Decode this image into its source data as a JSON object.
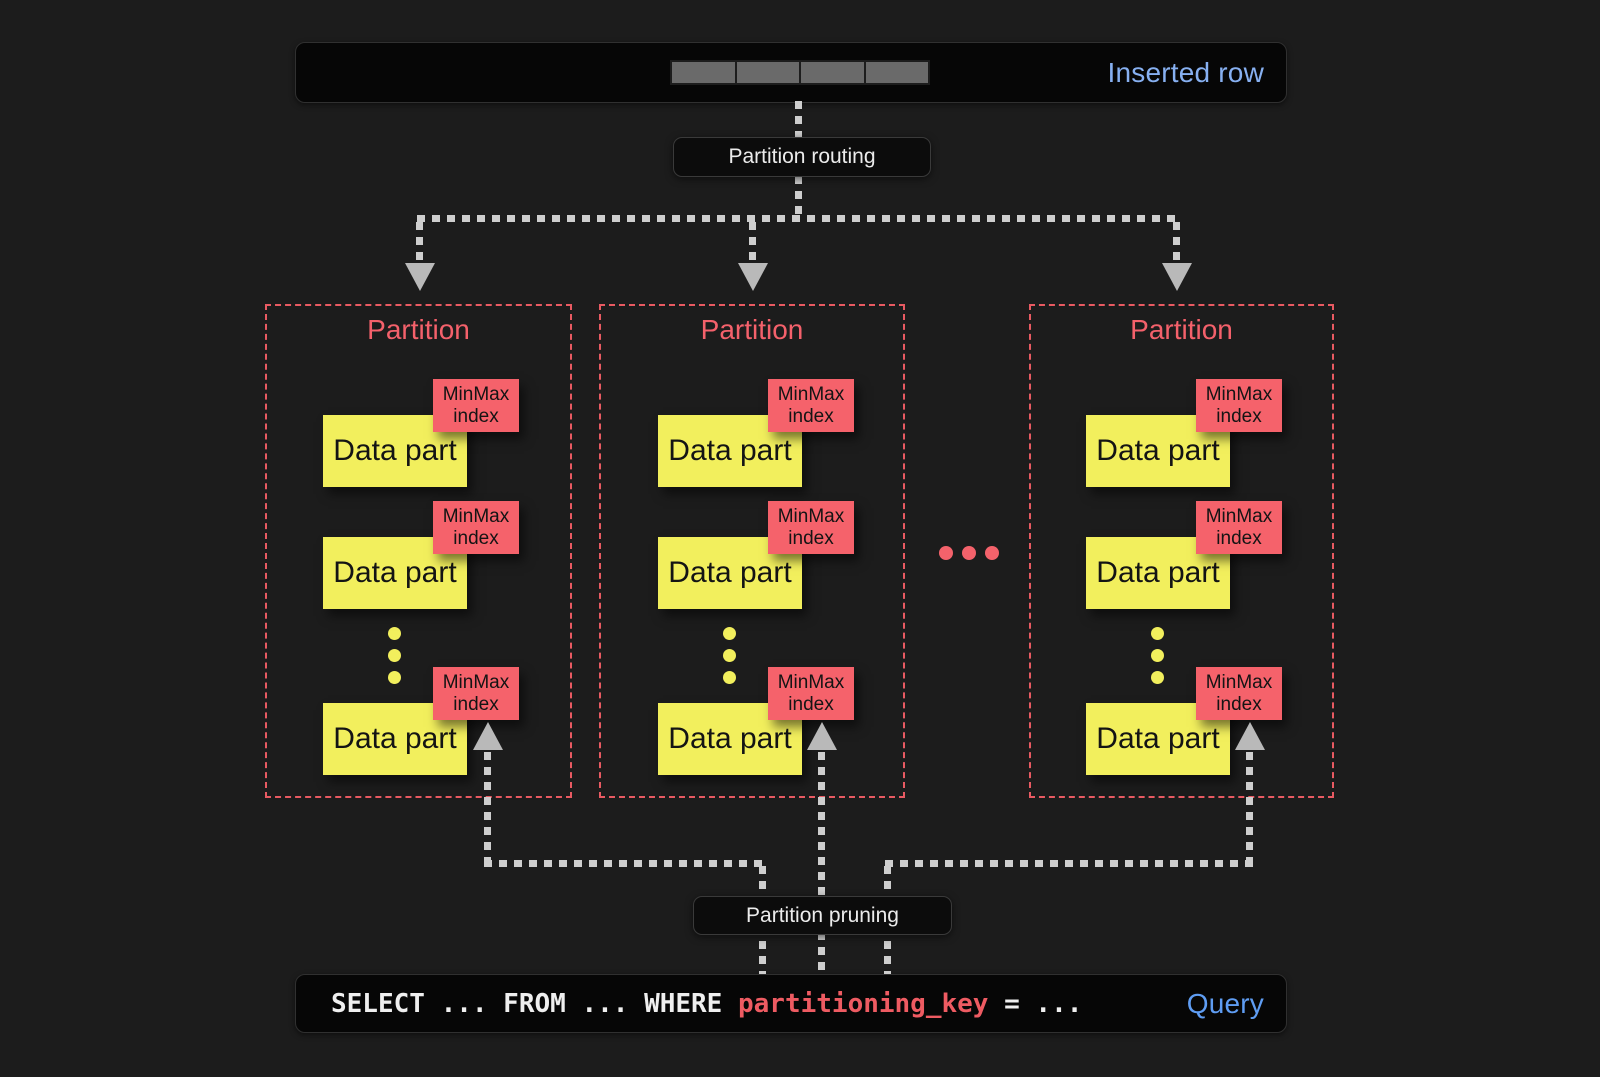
{
  "colors": {
    "background": "#1c1c1c",
    "panel_background": "#060606",
    "panel_border": "#303030",
    "accent_red": "#f4616b",
    "accent_yellow": "#f2ef5d",
    "inserted_row_blue": "#87b0f1",
    "query_blue": "#5f9df3",
    "sql_key_red": "#ee5b62",
    "connector_gray": "#cecece",
    "arrow_gray": "#b9b9b9",
    "row_cell_gray": "#6a6a6a"
  },
  "inserted_row": {
    "label": "Inserted row",
    "cell_count": 4
  },
  "routing": {
    "label": "Partition routing"
  },
  "pruning": {
    "label": "Partition pruning"
  },
  "partitions": [
    {
      "title": "Partition",
      "parts": [
        {
          "minmax": [
            "MinMax",
            "index"
          ],
          "label": "Data part"
        },
        {
          "minmax": [
            "MinMax",
            "index"
          ],
          "label": "Data part"
        },
        {
          "minmax": [
            "MinMax",
            "index"
          ],
          "label": "Data part"
        }
      ]
    },
    {
      "title": "Partition",
      "parts": [
        {
          "minmax": [
            "MinMax",
            "index"
          ],
          "label": "Data part"
        },
        {
          "minmax": [
            "MinMax",
            "index"
          ],
          "label": "Data part"
        },
        {
          "minmax": [
            "MinMax",
            "index"
          ],
          "label": "Data part"
        }
      ]
    },
    {
      "title": "Partition",
      "parts": [
        {
          "minmax": [
            "MinMax",
            "index"
          ],
          "label": "Data part"
        },
        {
          "minmax": [
            "MinMax",
            "index"
          ],
          "label": "Data part"
        },
        {
          "minmax": [
            "MinMax",
            "index"
          ],
          "label": "Data part"
        }
      ]
    }
  ],
  "query": {
    "sql_prefix": "SELECT ... FROM ... WHERE ",
    "sql_key": "partitioning_key",
    "sql_suffix": " = ...",
    "label": "Query"
  }
}
